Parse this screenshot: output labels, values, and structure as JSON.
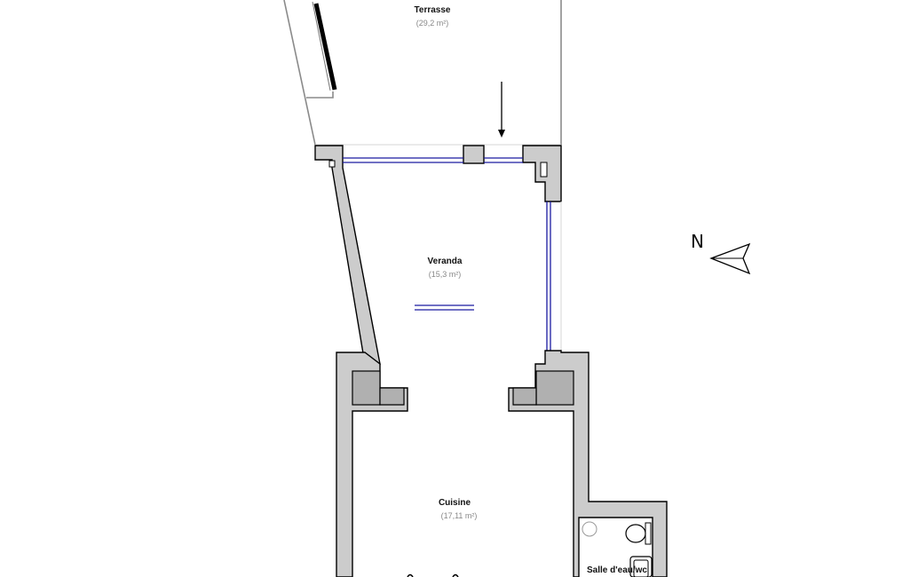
{
  "rooms": {
    "terrasse": {
      "name": "Terrasse",
      "area": "(29,2 m²)"
    },
    "veranda": {
      "name": "Veranda",
      "area": "(15,3 m²)"
    },
    "cuisine": {
      "name": "Cuisine",
      "area": "(17,11 m²)"
    },
    "salle": {
      "name": "Salle d'eau/wc",
      "area": ""
    }
  },
  "compass": {
    "label": "N",
    "icon": "north-arrow-icon"
  },
  "colors": {
    "wall": "#cccccc",
    "glass": "#1a1aa0",
    "outline": "#8a8a8a"
  }
}
